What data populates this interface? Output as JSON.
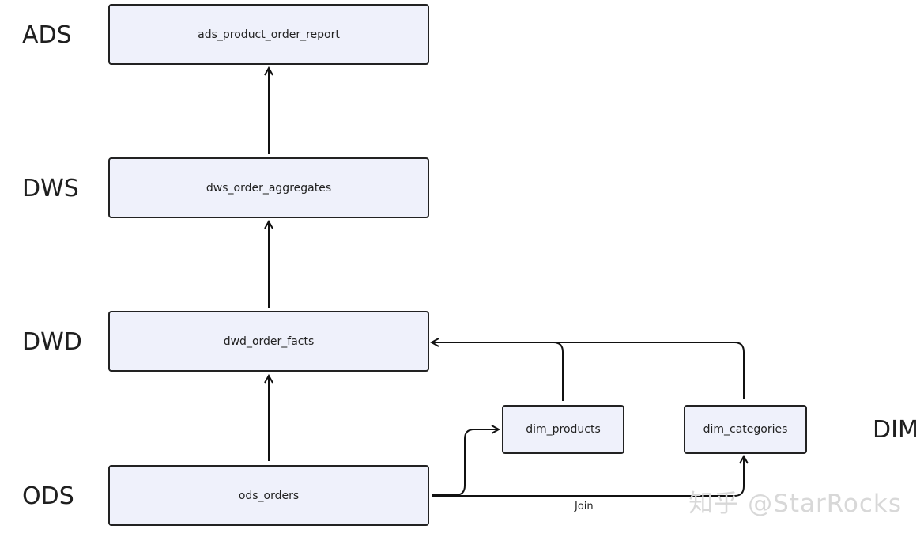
{
  "layers": {
    "ads": "ADS",
    "dws": "DWS",
    "dwd": "DWD",
    "ods": "ODS",
    "dim": "DIM"
  },
  "nodes": {
    "ads_report": "ads_product_order_report",
    "dws_aggregates": "dws_order_aggregates",
    "dwd_facts": "dwd_order_facts",
    "ods_orders": "ods_orders",
    "dim_products": "dim_products",
    "dim_categories": "dim_categories"
  },
  "edge_labels": {
    "join": "Join"
  },
  "watermark": "知乎 @StarRocks",
  "colors": {
    "node_fill": "#eff1fb",
    "node_border": "#222222",
    "edge": "#111111"
  }
}
